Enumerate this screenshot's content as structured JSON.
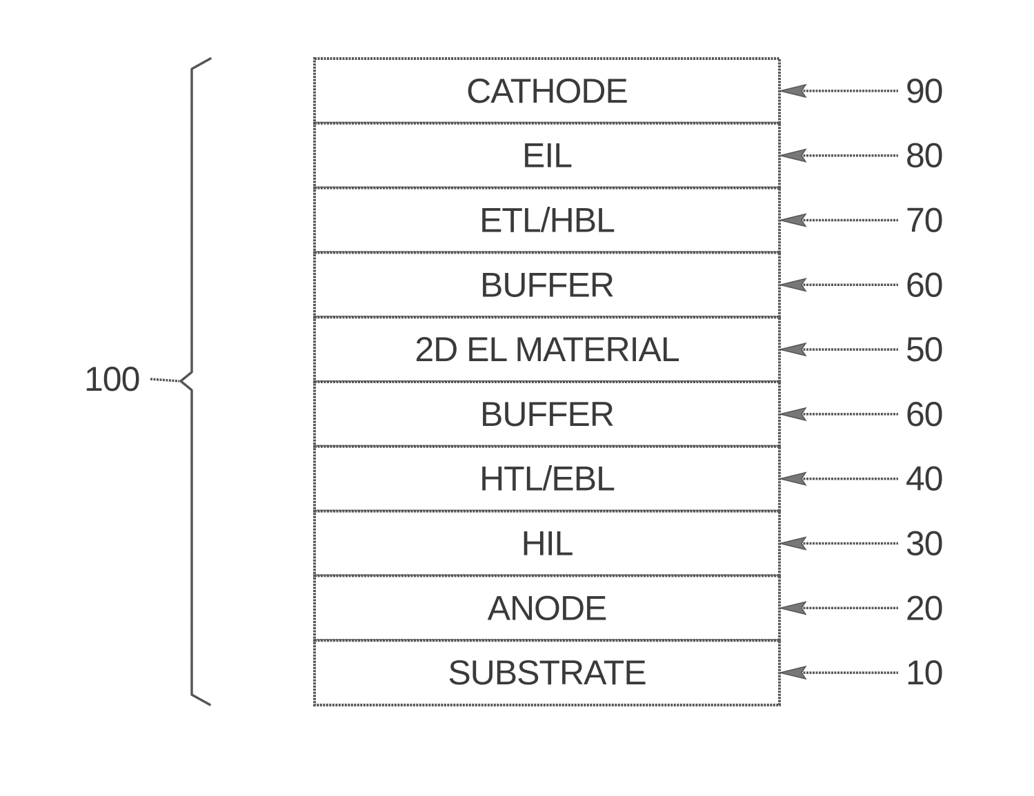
{
  "stack": {
    "label": "100",
    "layers": [
      {
        "name": "CATHODE",
        "ref": "90"
      },
      {
        "name": "EIL",
        "ref": "80"
      },
      {
        "name": "ETL/HBL",
        "ref": "70"
      },
      {
        "name": "BUFFER",
        "ref": "60"
      },
      {
        "name": "2D EL MATERIAL",
        "ref": "50"
      },
      {
        "name": "BUFFER",
        "ref": "60"
      },
      {
        "name": "HTL/EBL",
        "ref": "40"
      },
      {
        "name": "HIL",
        "ref": "30"
      },
      {
        "name": "ANODE",
        "ref": "20"
      },
      {
        "name": "SUBSTRATE",
        "ref": "10"
      }
    ]
  }
}
